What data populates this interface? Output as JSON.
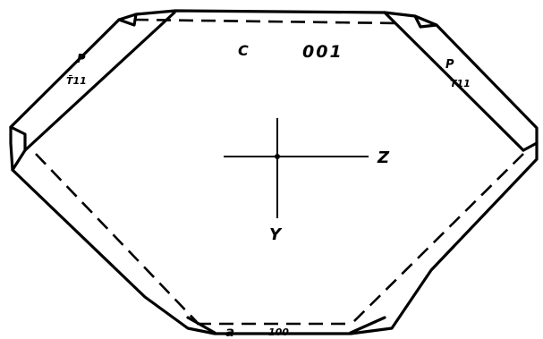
{
  "labels": {
    "face_c_letter": "C",
    "face_c_index": "001",
    "face_p_left_letter": "P",
    "face_p_left_index": "T̄11",
    "face_p_right_letter": "P",
    "face_p_right_index": "T11",
    "face_a_letter": "a",
    "face_a_index": "100",
    "axis_z": "Z",
    "axis_y": "Y"
  }
}
